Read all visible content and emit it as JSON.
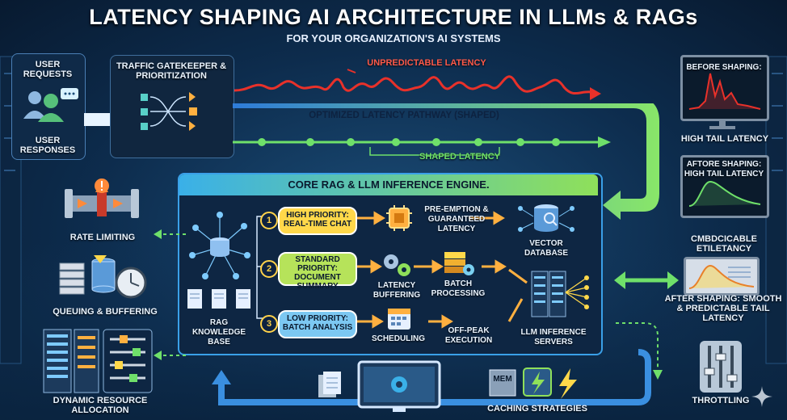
{
  "header": {
    "title": "LATENCY SHAPING AI ARCHITECTURE IN LLMs & RAGs",
    "subtitle": "FOR YOUR ORGANIZATION'S AI SYSTEMS"
  },
  "left": {
    "user_requests": "USER REQUESTS",
    "user_responses": "USER RESPONSES",
    "rate_limiting": "RATE LIMITING",
    "queuing": "QUEUING & BUFFERING",
    "dynamic_resource": "DYNAMIC RESOURCE ALLOCATION"
  },
  "gatekeeper": {
    "label": "TRAFFIC GATEKEEPER & PRIORITIZATION"
  },
  "paths": {
    "unpredictable": "UNPREDICTABLE LATENCY",
    "optimized": "OPTIMIZED LATENCY PATHWAY (SHAPED)",
    "shaped": "SHAPED LATENCY"
  },
  "engine": {
    "title": "CORE RAG & LLM INFERENCE ENGINE.",
    "knowledge_base": "RAG KNOWLEDGE BASE",
    "priorities": [
      {
        "num": "1",
        "label": "HIGH PRIORITY: REAL-TIME CHAT",
        "color": "#ffd84a"
      },
      {
        "num": "2",
        "label": "STANDARD PRIORITY: DOCUMENT SUMMARY",
        "color": "#b6e35a"
      },
      {
        "num": "3",
        "label": "LOW PRIORITY: BATCH ANALYSIS",
        "color": "#7cc8f2"
      }
    ],
    "preemption": "PRE-EMPTION & GUARANTEED LATENCY",
    "latency_buffering": "LATENCY BUFFERING",
    "batch_processing": "BATCH PROCESSING",
    "scheduling": "SCHEDULING",
    "off_peak": "OFF-PEAK EXECUTION",
    "vector_db": "VECTOR DATABASE",
    "llm_servers": "LLM INFERENCE SERVERS"
  },
  "right": {
    "before_title": "BEFORE SHAPING:",
    "before_caption": "HIGH TAIL LATENCY",
    "after1_title": "AFTORE SHAPING: HIGH TAIL LATENCY",
    "after1_caption": "CMBDCICABLE ETILETANCY",
    "after2_caption": "AFTER SHAPING: SMOOTH & PREDICTABLE TAIL LATENCY",
    "throttling": "THROTTLING"
  },
  "bottom": {
    "mem": "MEM",
    "caching": "CACHING STRATEGIES"
  },
  "colors": {
    "accent_green": "#6fe06a",
    "accent_blue": "#3aa0e8",
    "red_line": "#e8312a",
    "engine_header": "#7dd66a"
  }
}
